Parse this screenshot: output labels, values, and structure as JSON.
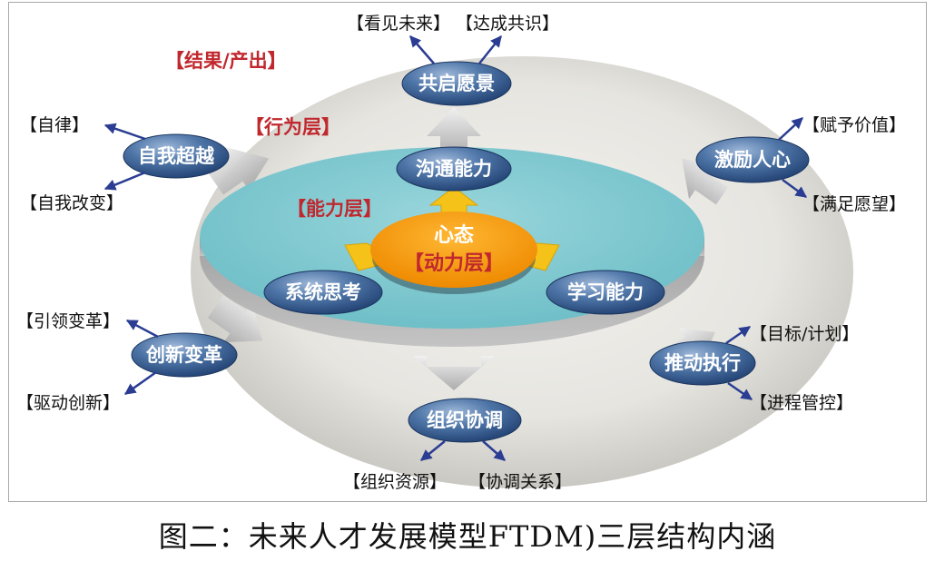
{
  "caption": "图二：未来人才发展模型FTDM)三层结构内涵",
  "layers": {
    "outcome": "【结果/产出】",
    "behavior": "【行为层】",
    "ability": "【能力层】"
  },
  "core": {
    "line1": "心态",
    "line2": "【动力层】"
  },
  "inner_nodes": {
    "communication": "沟通能力",
    "systems_thinking": "系统思考",
    "learning": "学习能力"
  },
  "outer_nodes": {
    "shared_vision": "共启愿景",
    "motivate": "激励人心",
    "execution": "推动执行",
    "coordination": "组织协调",
    "innovation": "创新变革",
    "self_transcend": "自我超越"
  },
  "annotations": {
    "see_future": "【看见未来】",
    "consensus": "【达成共识】",
    "empower_value": "【赋予价值】",
    "fulfill_wish": "【满足愿望】",
    "goal_plan": "【目标/计划】",
    "progress_control": "【进程管控】",
    "org_resources": "【组织资源】",
    "coord_relations": "【协调关系】",
    "lead_change": "【引领变革】",
    "drive_innovation": "【驱动创新】",
    "self_discipline": "【自律】",
    "self_change": "【自我改变】"
  },
  "colors": {
    "outer_ellipse": "#e4e3de",
    "inner_platform": "#7ec9d1",
    "core": "#f79a10",
    "node": "#2f5d94",
    "arrow": "#2a3d93",
    "layer_label": "#c0282e"
  }
}
